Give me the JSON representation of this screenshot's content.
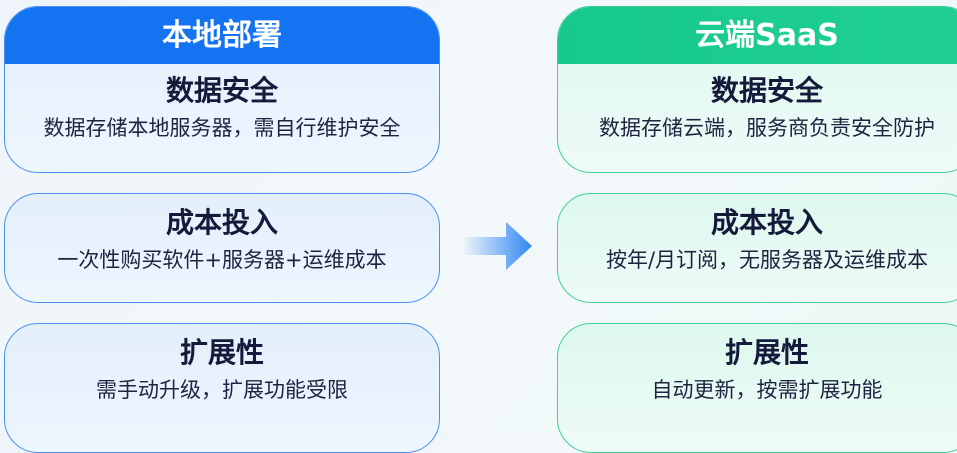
{
  "left": {
    "header": "本地部署",
    "items": [
      {
        "title": "数据安全",
        "desc": "数据存储本地服务器，需自行维护安全"
      },
      {
        "title": "成本投入",
        "desc": "一次性购买软件+服务器+运维成本"
      },
      {
        "title": "扩展性",
        "desc": "需手动升级，扩展功能受限"
      }
    ]
  },
  "right": {
    "header": "云端SaaS",
    "items": [
      {
        "title": "数据安全",
        "desc": "数据存储云端，服务商负责安全防护"
      },
      {
        "title": "成本投入",
        "desc": "按年/月订阅，无服务器及运维成本"
      },
      {
        "title": "扩展性",
        "desc": "自动更新，按需扩展功能"
      }
    ]
  },
  "colors": {
    "local": "#1473f0",
    "saas": "#1fcf93",
    "arrow": "#2f86f2"
  },
  "icons": {
    "transition": "arrow-right-icon"
  }
}
